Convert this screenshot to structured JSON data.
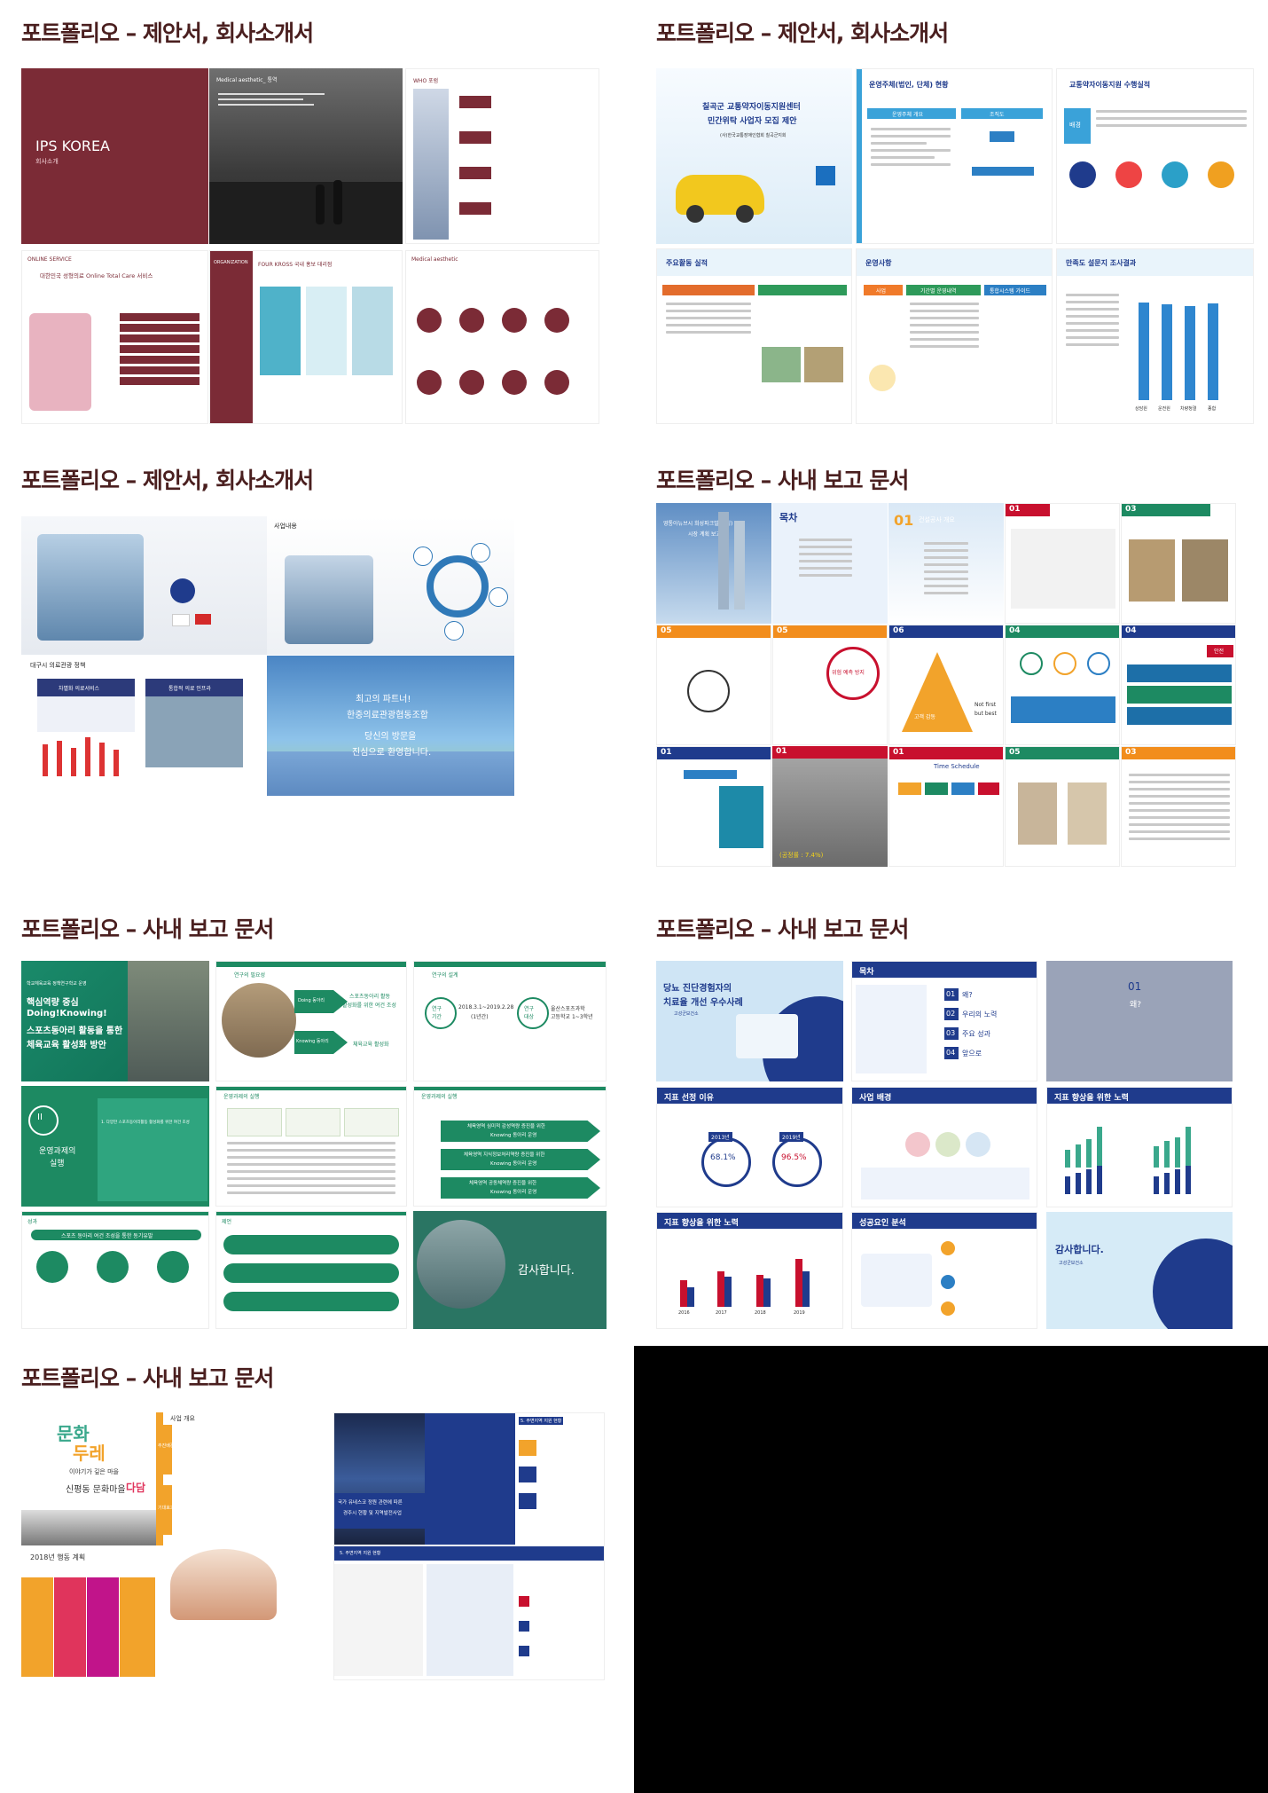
{
  "panels": [
    {
      "title": "포트폴리오 – 제안서, 회사소개서"
    },
    {
      "title": "포트폴리오 – 제안서, 회사소개서"
    },
    {
      "title": "포트폴리오 – 제안서, 회사소개서"
    },
    {
      "title": "포트폴리오 – 사내 보고 문서"
    },
    {
      "title": "포트폴리오 – 사내 보고 문서"
    },
    {
      "title": "포트폴리오 – 사내 보고 문서"
    },
    {
      "title": "포트폴리오 – 사내 보고 문서"
    }
  ],
  "p1": {
    "cover_title": "IPS KOREA",
    "cover_sub": "회사소개",
    "s2_head": "Medical aesthetic_ 통역",
    "s3_head": "WHO 포럼",
    "s4_head": "ONLINE SERVICE",
    "s4_title": "대한민국 성형의료 Online Total Care 서비스",
    "s5_head": "ORGANIZATION",
    "s5_title": "FOUR KROSS 국내 홍보 대리점",
    "s6_head": "Medical aesthetic"
  },
  "p2": {
    "cover_title": "칠곡군 교통약자이동지원센터",
    "cover_title2": "민간위탁 사업자 모집 제안",
    "cover_org": "(사)한국교통장애인협회 칠곡군지회",
    "s2_head": "운영주체(법인, 단체) 현황",
    "s2_box1": "운영주체 개요",
    "s2_box2": "조직도",
    "s3_head": "교통약자이동지원 수행실적",
    "s3_label": "배경",
    "s4_head": "주요활동 실적",
    "s5_head": "운영사항",
    "s5_c1": "사업",
    "s5_c2": "기간별 운영내역",
    "s5_c3": "통합시스템 가이드",
    "s6_head": "만족도 설문지 조사결과",
    "s6_xlabels": [
      "상담원",
      "운전원",
      "차량청결",
      "종합"
    ]
  },
  "p3": {
    "s2_head": "사업내용",
    "s3_head": "대구시 의료관광 정책",
    "s3_box1": "차별화 의료서비스",
    "s3_box2": "통합적 의료 인프라",
    "s4_line1": "최고의 파트너!",
    "s4_line2": "한중의료관광협동조합",
    "s4_line3": "당신의 방문을",
    "s4_line4": "진심으로 환영합니다."
  },
  "p4": {
    "s1_title": "영통아뉴브시 희성파크빌(가칭)",
    "s1_sub": "시장 계획 보고",
    "s2_head": "목차",
    "s3_num": "01",
    "s3_head": "건설공사 개요",
    "s4_num": "01",
    "s5_num": "03",
    "s6_num": "05",
    "s7_num": "05",
    "s8_num": "06",
    "s9_num": "04",
    "s10_num": "04",
    "s11_num": "01",
    "s12_num": "01",
    "s13_num": "01",
    "s14_num": "05",
    "s15_num": "03",
    "s_warn": "위험 예측 방지",
    "s_time": "Time Schedule",
    "s_notfirst": "Not first",
    "s_butbest": "but best",
    "s_cust": "고객 감동",
    "s_safe": "안전",
    "s_progress": "(공정률 : 7.4%)"
  },
  "p5": {
    "s1_lead": "학교체육교육 정책연구학교 운영",
    "s1_title1": "핵심역량 중심",
    "s1_title2": "Doing!Knowing!",
    "s1_title3": "스포츠동아리 활동을 통한",
    "s1_title4": "체육교육 활성화 방안",
    "s2_head": "연구의 필요성",
    "s2_doing": "Doing 동아리",
    "s2_knowing": "Knowing 동아리",
    "s2_arrow1a": "스포츠동아리 활동",
    "s2_arrow1b": "활성화를 위한 여건 조성",
    "s2_arrow2": "체육교육 활성화",
    "s3_head": "연구의 설계",
    "s3_c1a": "연구",
    "s3_c1b": "기간",
    "s3_v1a": "2018.3.1~2019.2.28",
    "s3_v1b": "(1년간)",
    "s3_c2a": "연구",
    "s3_c2b": "대상",
    "s3_v2a": "울산스포츠과학",
    "s3_v2b": "고등학교 1~3학년",
    "s4_num": "II",
    "s4_title1": "운영과제의",
    "s4_title2": "실행",
    "s4_item": "1. 다양한 스포츠동아리활동 활성화를 위한 여건 조성",
    "s5_head": "운영과제의 실행",
    "s6_head": "운영과제의 실행",
    "s6_a1": "체육영역 심미적 감성역량 증진을 위한",
    "s6_a1b": "Knowing 동아리 운영",
    "s6_a2": "체육영역 지식정보처리역량 증진을 위한",
    "s6_a2b": "Knowing 동아리 운영",
    "s6_a3": "체육영역 공동체역량 증진을 위한",
    "s6_a3b": "Knowing 동아리 운영",
    "s7_head": "성과",
    "s7_title": "스포츠 동아리 여건 조성을 통한 동기유발",
    "s8_head": "제언",
    "s9_thanks": "감사합니다."
  },
  "p6": {
    "s1_title1": "당뇨 진단경험자의",
    "s1_title2": "치료율 개선 우수사례",
    "s1_org": "고성군보건소",
    "s2_head": "목차",
    "s2_items": [
      {
        "num": "01",
        "label": "왜?"
      },
      {
        "num": "02",
        "label": "우리의 노력"
      },
      {
        "num": "03",
        "label": "주요 성과"
      },
      {
        "num": "04",
        "label": "앞으로"
      }
    ],
    "s3_num": "01",
    "s3_label": "왜?",
    "s4_head": "지표 선정 이유",
    "s4_y1": "2013년",
    "s4_v1": "68.1%",
    "s4_y2": "2019년",
    "s4_v2": "96.5%",
    "s5_head": "사업 배경",
    "s6_head": "지표 향상을 위한 노력",
    "s7_head": "지표 향상을 위한 노력",
    "s7_xlabels": [
      "2016",
      "2017",
      "2018",
      "2019"
    ],
    "s8_head": "성공요인 분석",
    "s9_thanks": "감사합니다.",
    "s9_org": "고성군보건소"
  },
  "p7": {
    "s1_logo1": "문화",
    "s1_logo2": "두레",
    "s1_tag": "이야기가 깊은 마을",
    "s1_title_pre": "신평동 문화마을 ",
    "s1_title_em": "다담",
    "s1_section": "사업 개요",
    "s1_plan": "2018년 행동 계획",
    "s1_rows": [
      "추진배경",
      "기대효과"
    ],
    "s2_title1": "국가 유네스코 정원 관련에 따른",
    "s2_title2": "경주시 현황 및 지역발전사업",
    "s2_head": "5. 주변지역 지원 현황",
    "s2_footer": "5. 주변지역 지원 현황"
  },
  "colors": {
    "title": "#4a1f1f",
    "maroon": "#7a2a35",
    "navy": "#1f3b8c",
    "green": "#1d7a5a",
    "teal": "#3aa88c",
    "sky": "#cfe5f5"
  }
}
